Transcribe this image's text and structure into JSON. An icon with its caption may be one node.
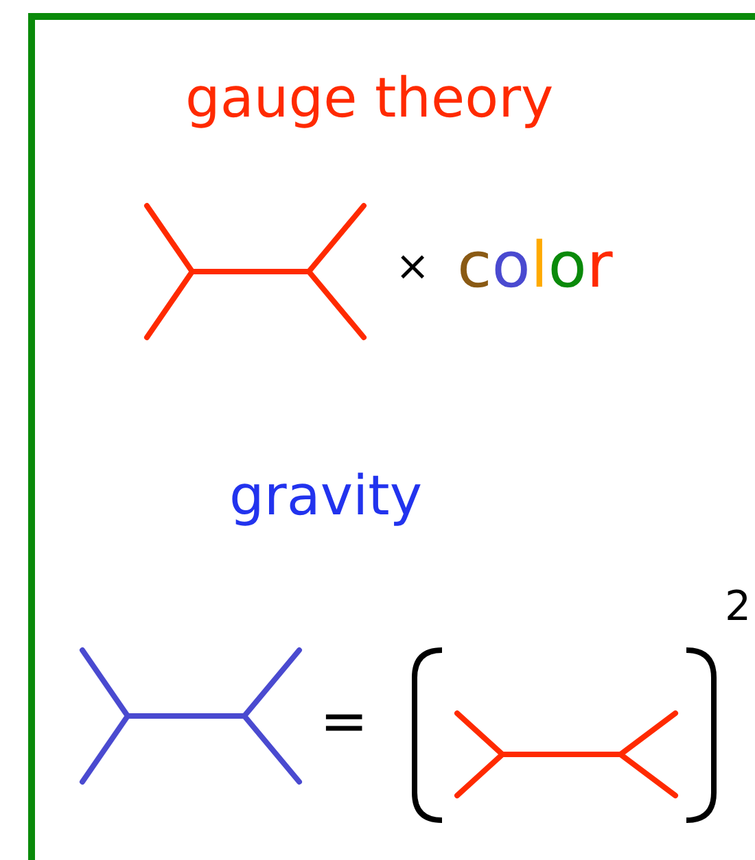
{
  "diagram": {
    "labels": [
      "gauge theory",
      "×",
      "color",
      "gravity",
      "=",
      "2"
    ]
  }
}
